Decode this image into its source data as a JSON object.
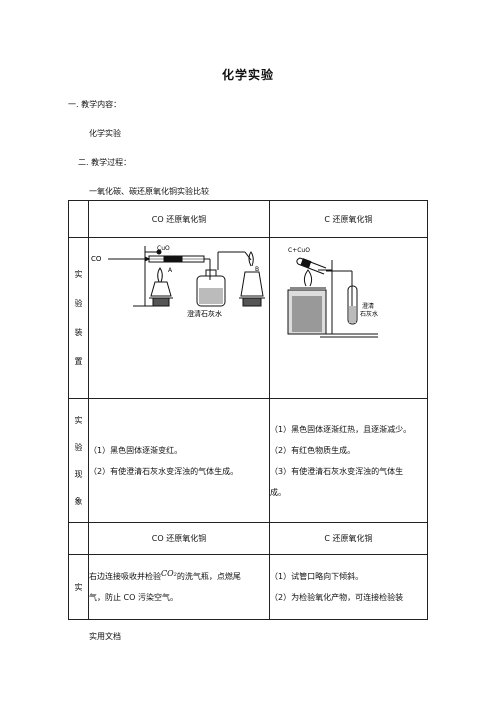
{
  "doc": {
    "title": "化学实验",
    "section1": {
      "heading": "一. 教学内容：",
      "content": "化学实验"
    },
    "section2": {
      "heading": "二. 教学过程：",
      "content": "一氧化碳、碳还原氧化铜实验比较"
    },
    "table": {
      "header_co": "CO 还原氧化铜",
      "header_c": "C 还原氧化铜",
      "side_apparatus": [
        "实",
        "验",
        "装",
        "置"
      ],
      "side_phenomenon": [
        "实",
        "验",
        "现",
        "象"
      ],
      "side_last": [
        "实"
      ],
      "co_apparatus_labels": {
        "co": "CO",
        "cuo": "CuO",
        "a": "A",
        "b": "B",
        "limewater": "澄清石灰水"
      },
      "c_apparatus_labels": {
        "cuo": "C+CuO",
        "limewater_1": "澄清",
        "limewater_2": "石灰水"
      },
      "co_phenomena": [
        "（1）黑色固体逐渐变红。",
        "（2）有使澄清石灰水变浑浊的气体生成。"
      ],
      "c_phenomena": [
        "（1）黑色固体逐渐红热，且逐渐减少。",
        "（2）有红色物质生成。",
        "（3）有使澄清石灰水变浑浊的气体生",
        "成。"
      ],
      "header_co_2": "CO 还原氧化铜",
      "header_c_2": "C 还原氧化铜",
      "co_notes": {
        "line1_pre": "右边连接吸收并检验",
        "line1_formula": "CO₂",
        "line1_post": "的洗气瓶，点燃尾",
        "line2": "气，防止 CO 污染空气。"
      },
      "c_notes": [
        "（1）试管口略向下倾斜。",
        "（2）为检验氧化产物，可连接检验装"
      ]
    },
    "footer": "实用文档"
  }
}
